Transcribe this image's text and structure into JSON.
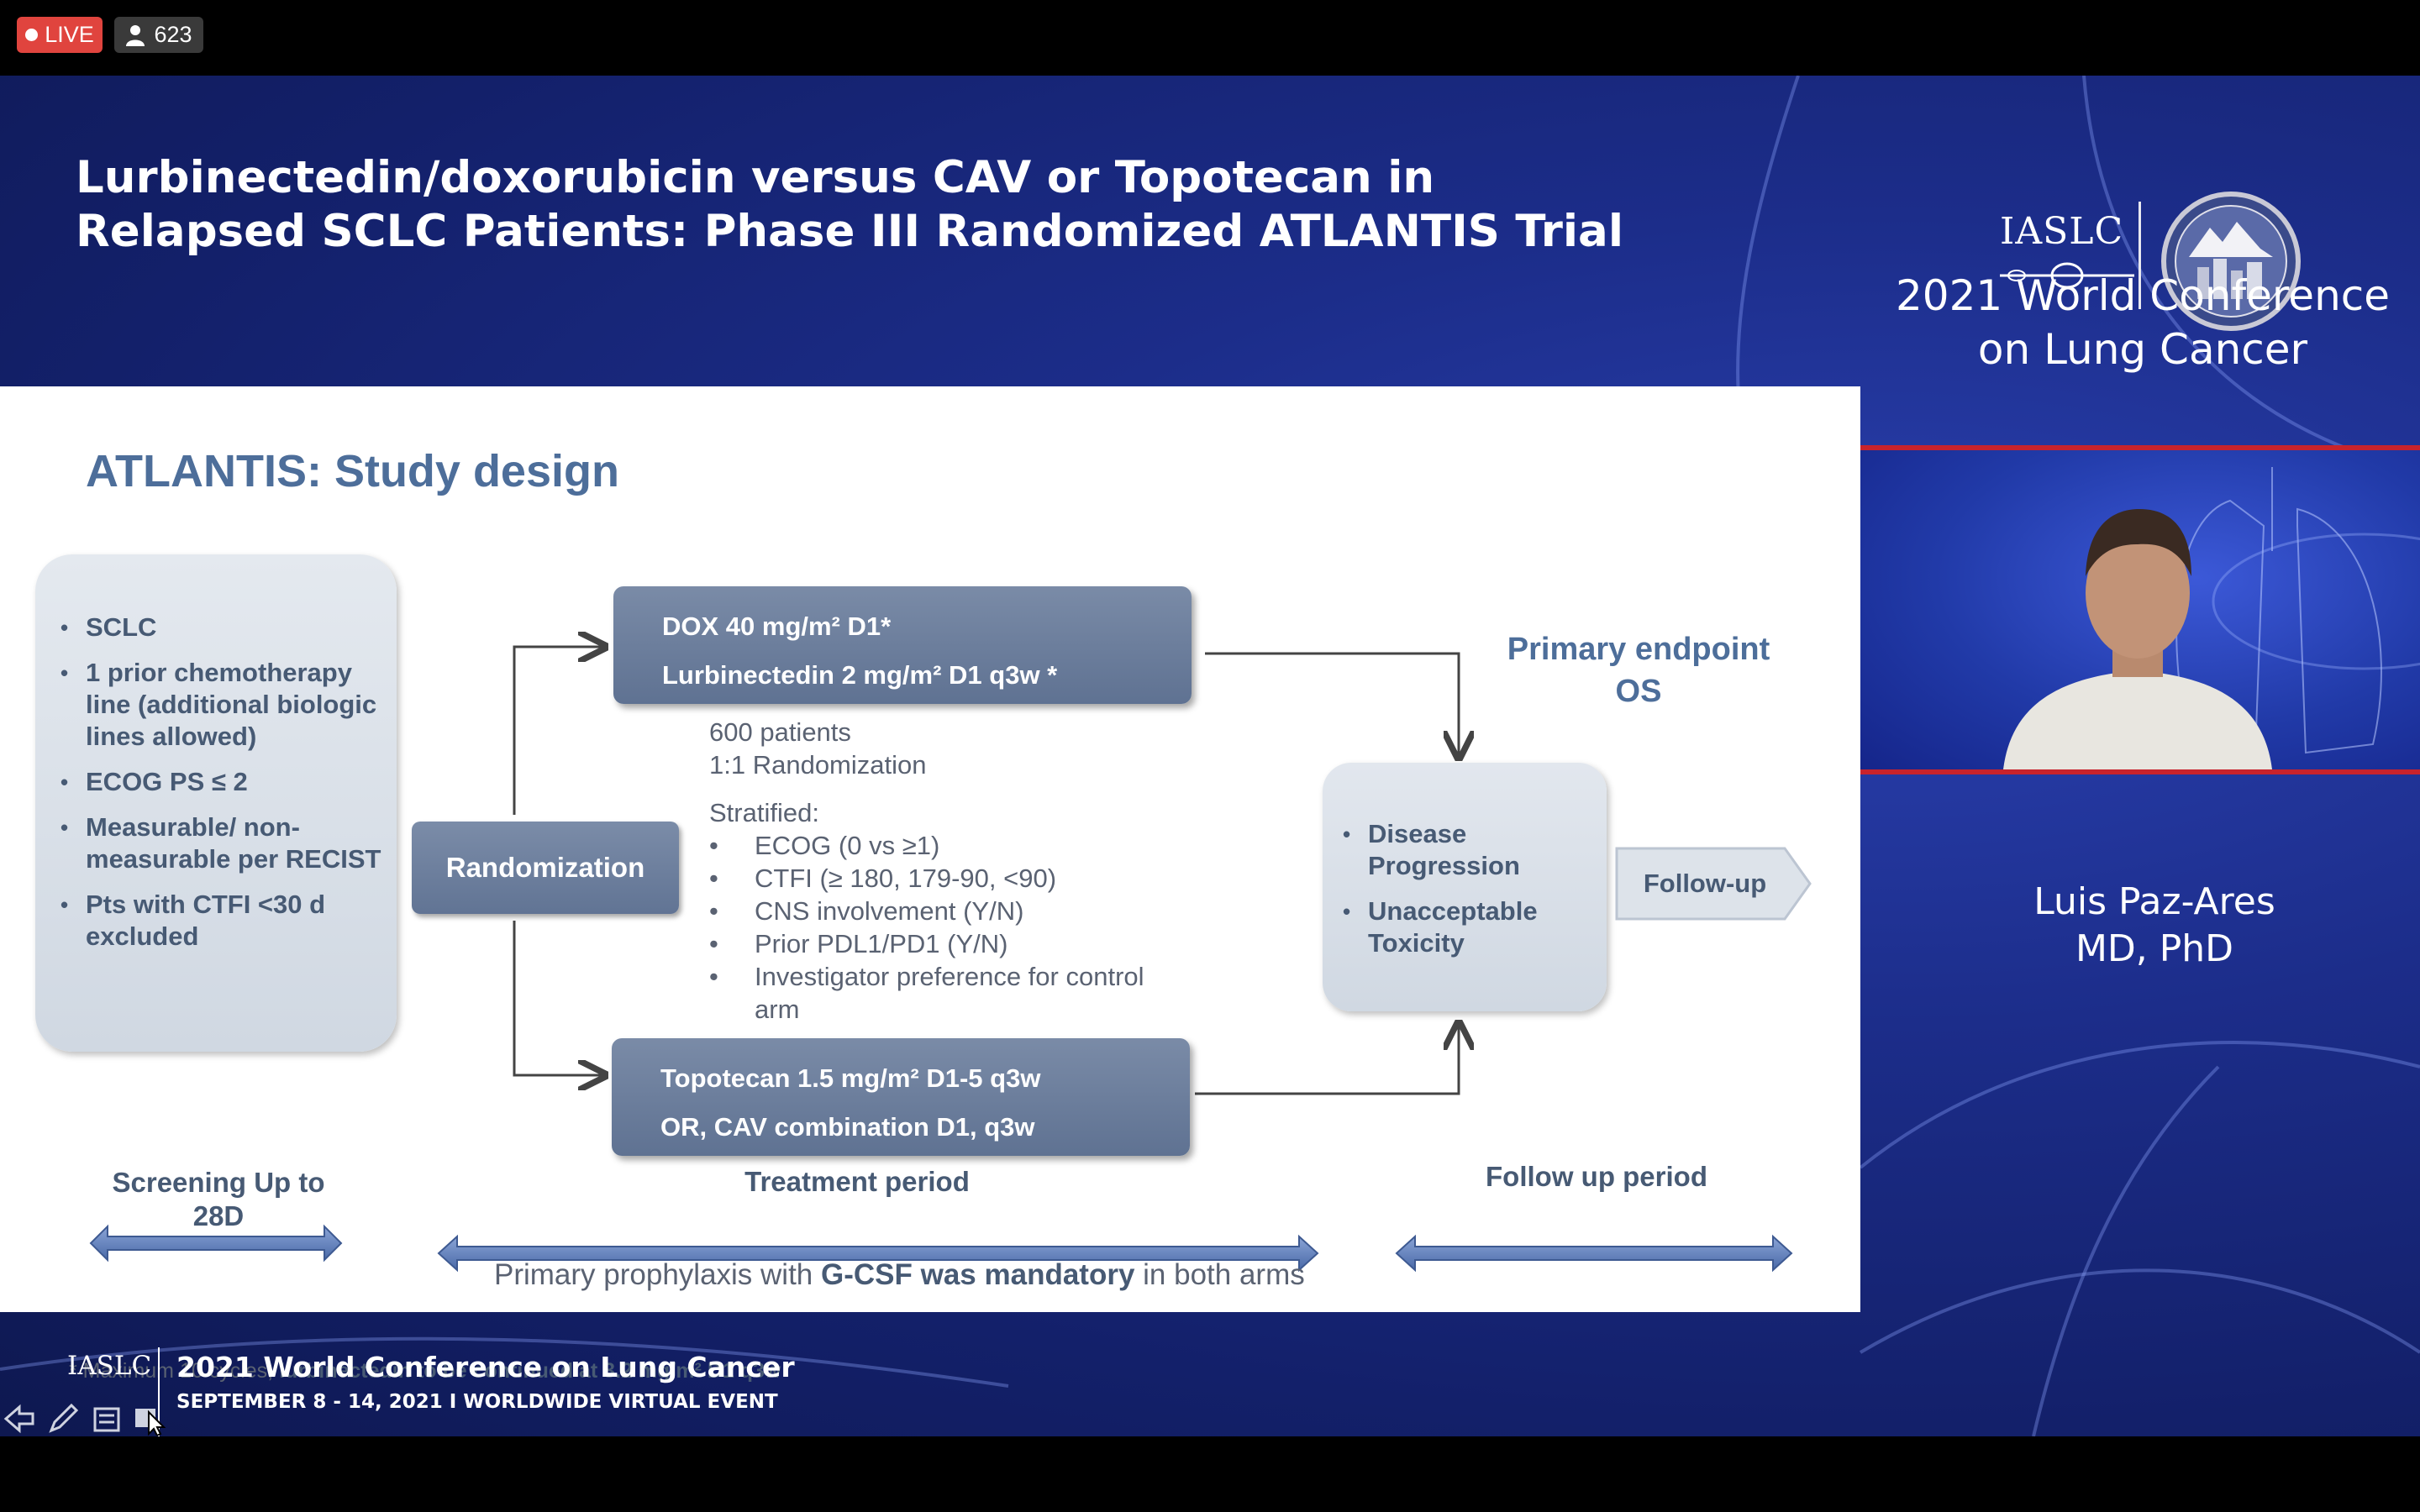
{
  "status_bar": {
    "live_label": "LIVE",
    "viewer_count": "623"
  },
  "conference": {
    "slide_title_line1": "Lurbinectedin/doxorubicin versus CAV or Topotecan in",
    "slide_title_line2": "Relapsed SCLC Patients: Phase III Randomized ATLANTIS Trial",
    "logo_text": "IASLC",
    "name_line1": "2021 World Conference",
    "name_line2": "on Lung Cancer"
  },
  "speaker": {
    "name_line1": "Luis Paz-Ares",
    "name_line2": "MD, PhD"
  },
  "slide": {
    "heading": "ATLANTIS: Study design",
    "inclusion_criteria": [
      "SCLC",
      "1 prior chemotherapy line (additional biologic lines allowed)",
      "ECOG PS ≤ 2",
      "Measurable/ non-measurable per RECIST",
      "Pts with CTFI <30 d excluded"
    ],
    "randomization_label": "Randomization",
    "experimental_arm": {
      "line1": "DOX 40 mg/m² D1*",
      "line2": "Lurbinectedin 2 mg/m² D1 q3w *"
    },
    "control_arm": {
      "line1": "Topotecan 1.5 mg/m² D1-5 q3w",
      "line2": "OR, CAV combination D1, q3w"
    },
    "patients": "600 patients",
    "ratio": "1:1 Randomization",
    "stratified_label": "Stratified:",
    "stratification": [
      "ECOG (0 vs ≥1)",
      "CTFI  (≥ 180, 179-90, <90)",
      "CNS involvement (Y/N)",
      "Prior PDL1/PD1 (Y/N)",
      "Investigator preference for control arm"
    ],
    "endpoint_line1": "Primary endpoint",
    "endpoint_line2": "OS",
    "off_study": [
      "Disease Progression",
      "Unacceptable Toxicity"
    ],
    "followup_label": "Follow-up",
    "period_screening": "Screening  Up to 28D",
    "period_treatment": "Treatment period",
    "period_followup": "Follow up period",
    "gcsf_part1": "Primary prophylaxis with ",
    "gcsf_bold": "G-CSF was mandatory",
    "gcsf_part2": " in both arms",
    "footnote_part1": "* Maximum 10 cycles, ",
    "footnote_bold": "lurbinectedin to be continued at 3.2 mg/m²  D1 q3w"
  },
  "footer": {
    "iaslc": "IASLC",
    "conference": "2021 World Conference on Lung Cancer",
    "dates": "SEPTEMBER 8 - 14, 2021 I WORLDWIDE VIRTUAL EVENT"
  }
}
